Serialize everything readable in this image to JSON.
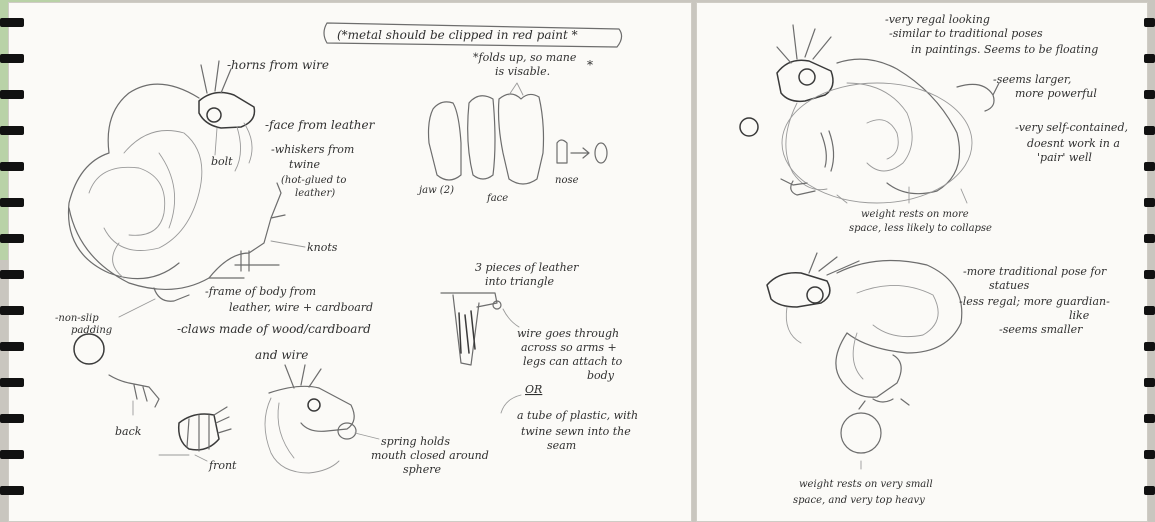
{
  "left_page": {
    "header_note": "(*metal should be clipped in red paint *",
    "notes": {
      "horns": "-horns from wire",
      "face": "-face from leather",
      "bolt": "bolt",
      "whiskers_1": "-whiskers from",
      "whiskers_2": "twine",
      "whiskers_3": "(hot-glued to",
      "whiskers_4": "leather)",
      "knots": "knots",
      "frame_1": "-frame of body from",
      "frame_2": "leather, wire + cardboard",
      "nonslip_1": "-non-slip",
      "nonslip_2": "padding",
      "claws_1": "-claws made of wood/cardboard",
      "claws_2": "and wire",
      "back": "back",
      "front": "front",
      "spring_1": "spring holds",
      "spring_2": "mouth closed around",
      "spring_3": "sphere",
      "folds_1": "*folds up, so mane",
      "folds_2": "is visable.",
      "jaw": "jaw (2)",
      "face_piece": "face",
      "nose": "nose",
      "leather_1": "3 pieces of leather",
      "leather_2": "into triangle",
      "wire_1": "wire goes through",
      "wire_2": "across so arms +",
      "wire_3": "legs can attach to",
      "wire_4": "body",
      "or": "OR",
      "tube_1": "a tube of plastic, with",
      "tube_2": "twine sewn into the",
      "tube_3": "seam"
    }
  },
  "right_page": {
    "notes": {
      "regal": "-very regal looking",
      "traditional_1": "-similar to traditional poses",
      "traditional_2": "in paintings. Seems to be floating",
      "larger_1": "-seems larger,",
      "larger_2": "more powerful",
      "contained_1": "-very self-contained,",
      "contained_2": "doesnt work in a",
      "contained_3": "'pair' well",
      "weight1_1": "weight rests on more",
      "weight1_2": "space, less likely to collapse",
      "statues_1": "-more traditional pose for",
      "statues_2": "statues",
      "guardian_1": "-less regal; more guardian-",
      "guardian_2": "like",
      "smaller": "-seems smaller",
      "weight2_1": "weight rests on very small",
      "weight2_2": "space, and very top heavy"
    }
  },
  "colors": {
    "paper": "#fbfaf7",
    "pencil": "#2f2f2f",
    "ring": "#111111",
    "corner_green": "#b9d2a7"
  }
}
